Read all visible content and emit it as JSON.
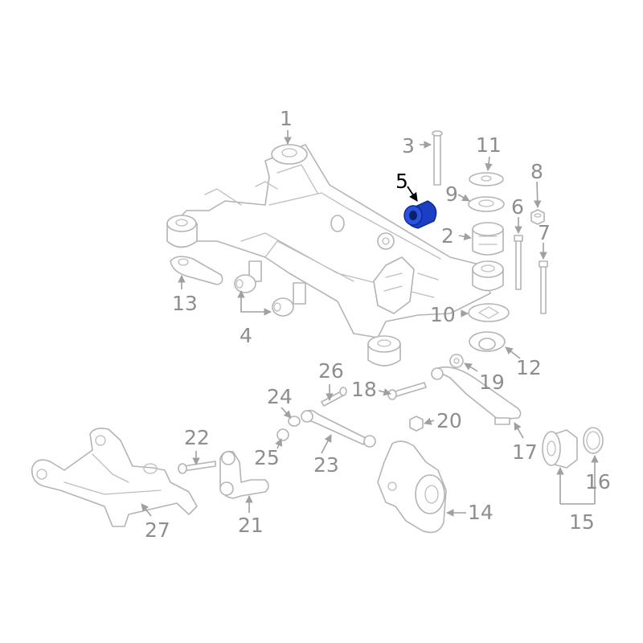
{
  "diagram": {
    "highlight_color": "#1a3fc4",
    "line_color": "#b4b4b4",
    "callouts": [
      "1",
      "2",
      "3",
      "4",
      "5",
      "6",
      "7",
      "8",
      "9",
      "10",
      "11",
      "12",
      "13",
      "14",
      "15",
      "16",
      "17",
      "18",
      "19",
      "20",
      "21",
      "22",
      "23",
      "24",
      "25",
      "26",
      "27"
    ],
    "highlighted_callout": "5"
  }
}
